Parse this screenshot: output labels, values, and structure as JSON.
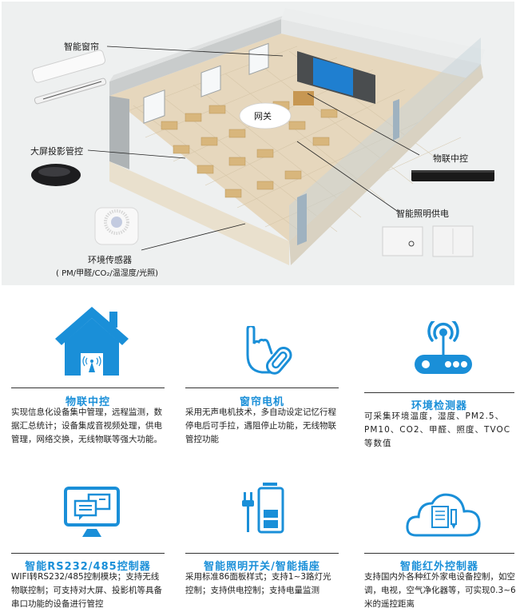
{
  "hero": {
    "callouts": {
      "curtain": "智能窗帘",
      "gateway": "网关",
      "projector": "大屏投影管控",
      "iot_hub": "物联中控",
      "lighting": "智能照明供电",
      "sensor": "环境传感器",
      "sensor_sub": "( PM/甲醛/CO₂/温湿度/光照)"
    }
  },
  "features": [
    {
      "icon": "house-wifi-icon",
      "title": "物联中控",
      "desc": "实现信息化设备集中管理，远程监测，数据汇总统计；设备集成音视频处理，供电管理，网络交换，无线物联等强大功能。"
    },
    {
      "icon": "hand-paperclip-icon",
      "title": "窗帘电机",
      "desc": "采用无声电机技术，多自动设定记忆行程  停电后可手拉，遇阻停止功能，无线物联管控功能"
    },
    {
      "icon": "router-signal-icon",
      "title": "环境检测器",
      "desc": "可采集环境温度，湿度、PM2.5、PM10、CO2、甲醛、照度、TVOC等数值"
    },
    {
      "icon": "monitor-chat-icon",
      "title": "智能RS232/485控制器",
      "desc": "WIFI转RS232/485控制模块；支持无线物联控制；可支持对大屏、投影机等具备串口功能的设备进行管控"
    },
    {
      "icon": "plug-battery-icon",
      "title": "智能照明开关/智能插座",
      "desc": "采用标准86面板样式；支持1~3路灯光控制；支持供电控制；支持电量监测"
    },
    {
      "icon": "cloud-document-icon",
      "title": "智能红外控制器",
      "desc": "支持国内外各种红外家电设备控制，如空调，电视，空气净化器等，可实现0.3~6米的遥控距离"
    }
  ],
  "colors": {
    "accent": "#1a8fd8",
    "hero_bg": "#eef0f0"
  }
}
